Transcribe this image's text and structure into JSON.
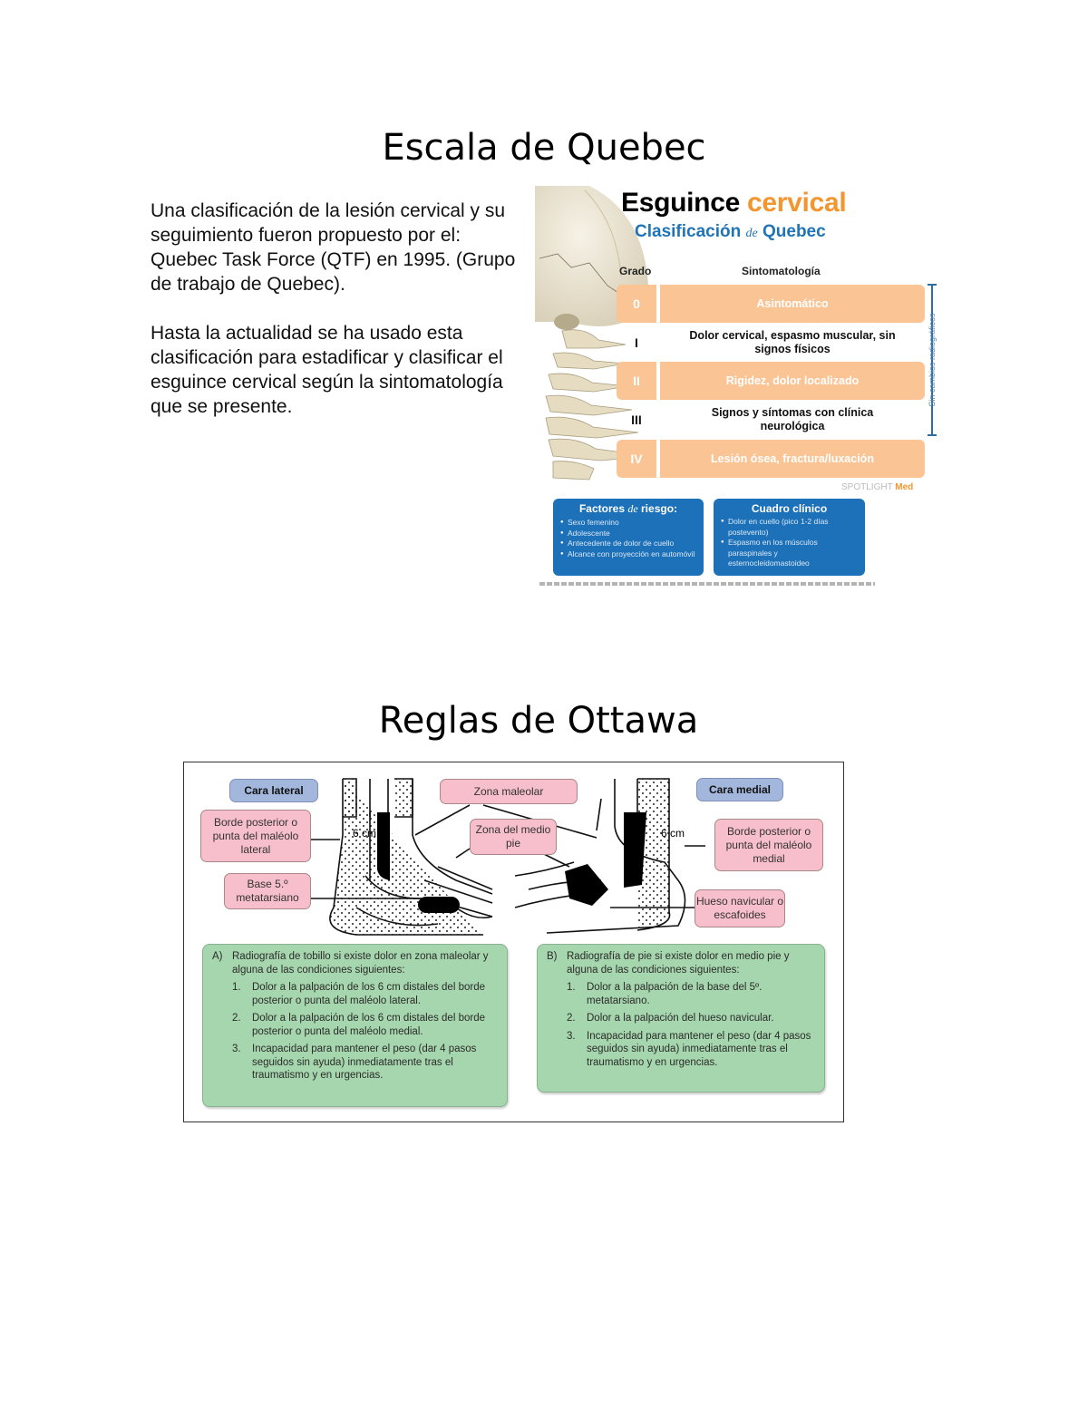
{
  "sections": {
    "quebec": {
      "title": "Escala de Quebec",
      "paragraphs": [
        "Una clasificación de la lesión cervical y su seguimiento fueron propuesto por el:  Quebec Task Force (QTF) en 1995.  (Grupo de trabajo de Quebec).",
        "Hasta la actualidad se ha usado esta clasificación para estadificar y clasificar el esguince cervical según la sintomatología que se presente."
      ],
      "figure": {
        "title_main": "Esguince",
        "title_accent": "cervical",
        "subtitle_a": "Clasificación",
        "subtitle_de": "de",
        "subtitle_b": "Quebec",
        "col_grade": "Grado",
        "col_symptoms": "Sintomatología",
        "grades": [
          {
            "grade": "0",
            "symptom": "Asintomático"
          },
          {
            "grade": "I",
            "symptom": "Dolor cervical, espasmo muscular, sin signos físicos"
          },
          {
            "grade": "II",
            "symptom": "Rigidez, dolor localizado"
          },
          {
            "grade": "III",
            "symptom": "Signos y síntomas con clínica neurológica"
          },
          {
            "grade": "IV",
            "symptom": "Lesión ósea, fractura/luxación"
          }
        ],
        "bracket_label": "Sin cambios radiográficos",
        "brand_a": "SPOTLIGHT",
        "brand_b": "Med",
        "risk_title_a": "Factores",
        "risk_title_de": "de",
        "risk_title_b": "riesgo:",
        "risk_items": [
          "Sexo femenino",
          "Adolescente",
          "Antecedente de dolor de cuello",
          "Alcance con proyección en automóvil"
        ],
        "clinic_title": "Cuadro clínico",
        "clinic_items": [
          "Dolor en cuello (pico 1-2 días postevento)",
          "Espasmo en los músculos paraspinales y esternocleidomastoideo"
        ],
        "colors": {
          "orange": "#f3962f",
          "peach": "#fbc494",
          "blue": "#1c71b9",
          "subtitle_blue": "#1f74b7"
        }
      }
    },
    "ottawa": {
      "title": "Reglas de Ottawa",
      "labels": {
        "lateral_face": "Cara lateral",
        "medial_face": "Cara medial",
        "lateral_malleolus": "Borde posterior o punta del maléolo lateral",
        "fifth_metatarsal": "Base 5.º metatarsiano",
        "malleolar_zone": "Zona maleolar",
        "midfoot_zone": "Zona del medio pie",
        "medial_malleolus": "Borde posterior o punta del maléolo medial",
        "navicular": "Hueso navicular o escafoides",
        "distance_lateral": "6 cm",
        "distance_medial": "6 cm"
      },
      "rule_a": {
        "key": "A)",
        "text": "Radiografía de tobillo si existe dolor en zona maleolar y alguna de las condiciones siguientes:",
        "items": [
          {
            "n": "1.",
            "text": "Dolor a la palpación de los 6 cm distales del borde posterior o punta del maléolo lateral."
          },
          {
            "n": "2.",
            "text": "Dolor a la palpación de los 6 cm distales del borde posterior o punta del maléolo medial."
          },
          {
            "n": "3.",
            "text": "Incapacidad para mantener el peso (dar 4 pasos seguidos sin ayuda) inmediatamente tras el traumatismo y en urgencias."
          }
        ]
      },
      "rule_b": {
        "key": "B)",
        "text": "Radiografía de pie si existe dolor en medio pie y alguna de las condiciones siguientes:",
        "items": [
          {
            "n": "1.",
            "text": "Dolor a la palpación de la base del 5º. metatarsiano."
          },
          {
            "n": "2.",
            "text": "Dolor a la palpación del hueso navicular."
          },
          {
            "n": "3.",
            "text": "Incapacidad para mantener el peso (dar 4 pasos seguidos sin ayuda) inmediatamente tras el traumatismo y en urgencias."
          }
        ]
      },
      "colors": {
        "pink": "#f7bfcb",
        "lilac": "#a3b6dc",
        "green": "#a6d6ad"
      }
    }
  }
}
